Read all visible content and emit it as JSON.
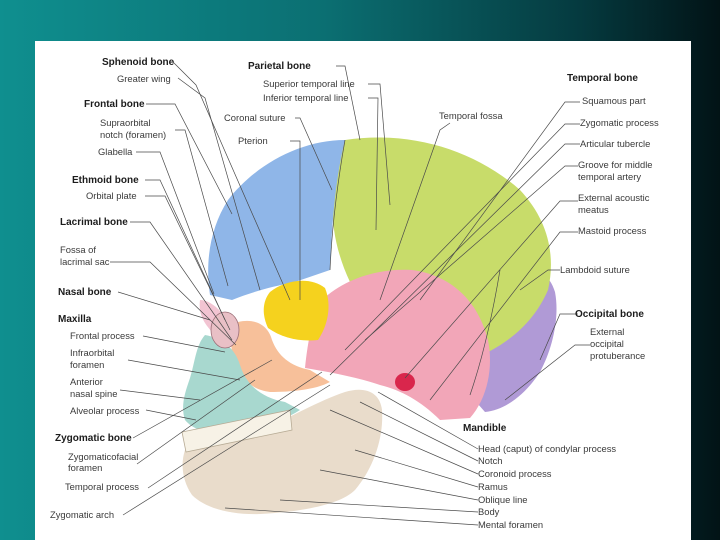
{
  "colors": {
    "background_teal": "#0f8f8f",
    "background_dark": "#021316",
    "panel": "#ffffff",
    "frontal_bone": "#8fb6e8",
    "parietal_bone": "#c8dc6a",
    "temporal_bone": "#f2a6b8",
    "occipital_bone": "#b09ad6",
    "sphenoid_bone": "#f5d21e",
    "zygomatic_bone": "#f7c09a",
    "maxilla": "#a8d8cf",
    "nasal_bone": "#f2c4d2",
    "mandible": "#e9dccb"
  },
  "labels": [
    {
      "id": "sphenoid-bone",
      "text": "Sphenoid bone",
      "bold": true
    },
    {
      "id": "greater-wing",
      "text": "Greater wing",
      "bold": false
    },
    {
      "id": "frontal-bone",
      "text": "Frontal bone",
      "bold": true
    },
    {
      "id": "supraorbital-notch-1",
      "text": "Supraorbital",
      "bold": false
    },
    {
      "id": "supraorbital-notch-2",
      "text": "notch (foramen)",
      "bold": false
    },
    {
      "id": "glabella",
      "text": "Glabella",
      "bold": false
    },
    {
      "id": "ethmoid-bone",
      "text": "Ethmoid bone",
      "bold": true
    },
    {
      "id": "orbital-plate",
      "text": "Orbital plate",
      "bold": false
    },
    {
      "id": "lacrimal-bone",
      "text": "Lacrimal bone",
      "bold": true
    },
    {
      "id": "fossa-lacrimal-1",
      "text": "Fossa of",
      "bold": false
    },
    {
      "id": "fossa-lacrimal-2",
      "text": "lacrimal sac",
      "bold": false
    },
    {
      "id": "nasal-bone",
      "text": "Nasal bone",
      "bold": true
    },
    {
      "id": "maxilla",
      "text": "Maxilla",
      "bold": true
    },
    {
      "id": "frontal-process",
      "text": "Frontal process",
      "bold": false
    },
    {
      "id": "infraorbital-1",
      "text": "Infraorbital",
      "bold": false
    },
    {
      "id": "infraorbital-2",
      "text": "foramen",
      "bold": false
    },
    {
      "id": "anterior-nasal-1",
      "text": "Anterior",
      "bold": false
    },
    {
      "id": "anterior-nasal-2",
      "text": "nasal spine",
      "bold": false
    },
    {
      "id": "alveolar-process",
      "text": "Alveolar process",
      "bold": false
    },
    {
      "id": "zygomatic-bone",
      "text": "Zygomatic bone",
      "bold": true
    },
    {
      "id": "zygomaticofacial-1",
      "text": "Zygomaticofacial",
      "bold": false
    },
    {
      "id": "zygomaticofacial-2",
      "text": "foramen",
      "bold": false
    },
    {
      "id": "temporal-process",
      "text": "Temporal process",
      "bold": false
    },
    {
      "id": "zygomatic-arch",
      "text": "Zygomatic arch",
      "bold": false
    },
    {
      "id": "parietal-bone",
      "text": "Parietal bone",
      "bold": true
    },
    {
      "id": "superior-temporal-line",
      "text": "Superior temporal line",
      "bold": false
    },
    {
      "id": "inferior-temporal-line",
      "text": "Inferior temporal line",
      "bold": false
    },
    {
      "id": "coronal-suture",
      "text": "Coronal suture",
      "bold": false
    },
    {
      "id": "pterion",
      "text": "Pterion",
      "bold": false
    },
    {
      "id": "temporal-fossa",
      "text": "Temporal fossa",
      "bold": false
    },
    {
      "id": "temporal-bone",
      "text": "Temporal bone",
      "bold": true
    },
    {
      "id": "squamous-part",
      "text": "Squamous part",
      "bold": false
    },
    {
      "id": "zygomatic-process",
      "text": "Zygomatic process",
      "bold": false
    },
    {
      "id": "articular-tubercle",
      "text": "Articular tubercle",
      "bold": false
    },
    {
      "id": "groove-mta-1",
      "text": "Groove for middle",
      "bold": false
    },
    {
      "id": "groove-mta-2",
      "text": "temporal artery",
      "bold": false
    },
    {
      "id": "external-acoustic-1",
      "text": "External acoustic",
      "bold": false
    },
    {
      "id": "external-acoustic-2",
      "text": "meatus",
      "bold": false
    },
    {
      "id": "mastoid-process",
      "text": "Mastoid process",
      "bold": false
    },
    {
      "id": "lambdoid-suture",
      "text": "Lambdoid suture",
      "bold": false
    },
    {
      "id": "occipital-bone",
      "text": "Occipital bone",
      "bold": true
    },
    {
      "id": "external-occipital-1",
      "text": "External",
      "bold": false
    },
    {
      "id": "external-occipital-2",
      "text": "occipital",
      "bold": false
    },
    {
      "id": "external-occipital-3",
      "text": "protuberance",
      "bold": false
    },
    {
      "id": "mandible",
      "text": "Mandible",
      "bold": true
    },
    {
      "id": "head-condylar",
      "text": "Head (caput) of condylar process",
      "bold": false
    },
    {
      "id": "notch",
      "text": "Notch",
      "bold": false
    },
    {
      "id": "coronoid-process",
      "text": "Coronoid process",
      "bold": false
    },
    {
      "id": "ramus",
      "text": "Ramus",
      "bold": false
    },
    {
      "id": "oblique-line",
      "text": "Oblique line",
      "bold": false
    },
    {
      "id": "body",
      "text": "Body",
      "bold": false
    },
    {
      "id": "mental-foramen",
      "text": "Mental foramen",
      "bold": false
    }
  ]
}
